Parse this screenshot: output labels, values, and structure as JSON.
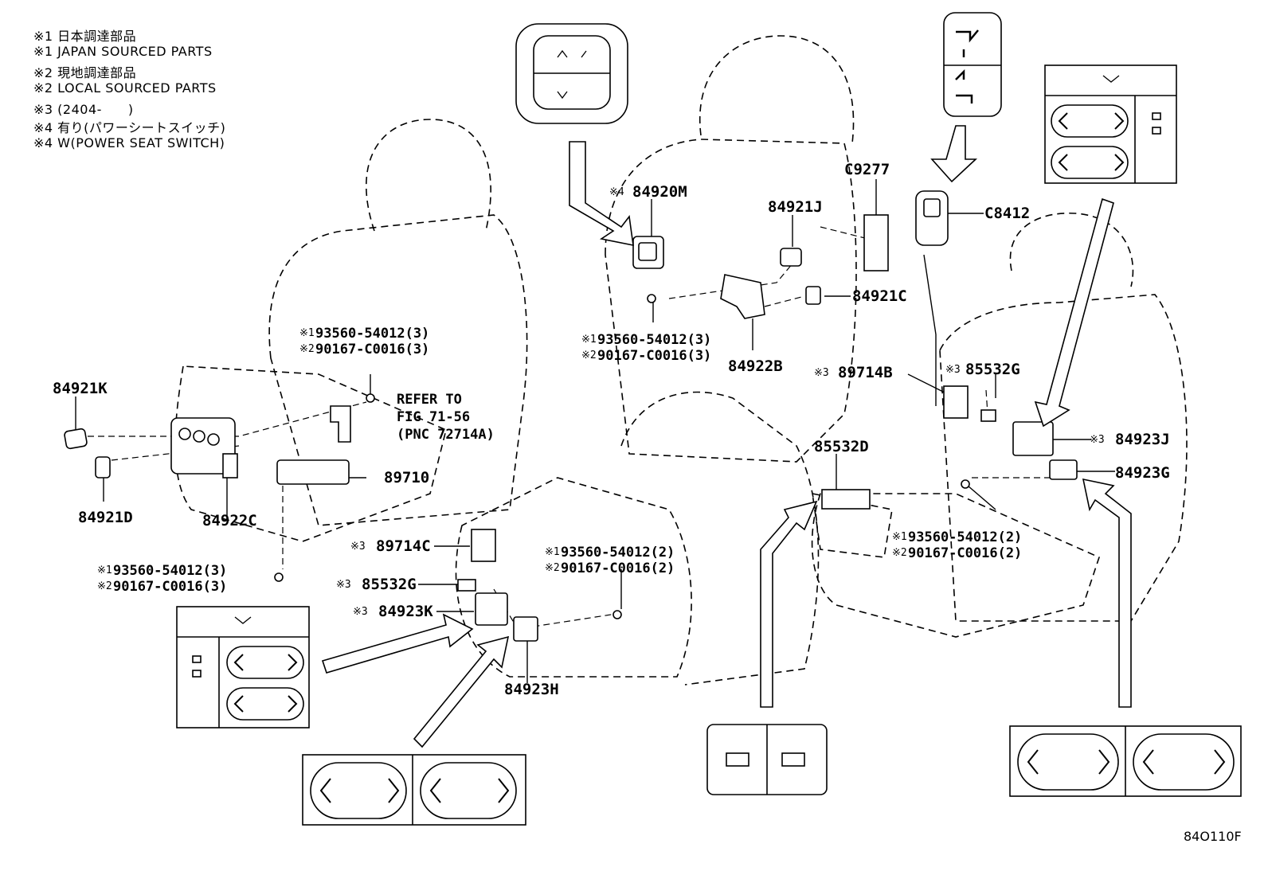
{
  "notes": [
    "※1 日本調達部品",
    "※1 JAPAN SOURCED PARTS",
    "※2 現地調達部品",
    "※2 LOCAL SOURCED PARTS",
    "※3 (2404-　　)",
    "※4 有り(パワーシートスイッチ)",
    "※4 W(POWER SEAT SWITCH)"
  ],
  "markers": {
    "m1": "※1",
    "m2": "※2",
    "m3": "※3",
    "m4": "※4"
  },
  "parts": {
    "p84921K": "84921K",
    "p84921D": "84921D",
    "p84922C": "84922C",
    "p89710": "89710",
    "p84920M": "84920M",
    "p84921J": "84921J",
    "pC9277": "C9277",
    "pC8412": "C8412",
    "p84921C": "84921C",
    "p84922B": "84922B",
    "p89714B": "89714B",
    "p85532G_r": "85532G",
    "p84923J": "84923J",
    "p84923G": "84923G",
    "p85532D": "85532D",
    "p89714C": "89714C",
    "p85532G_l": "85532G",
    "p84923K": "84923K",
    "p84923H": "84923H"
  },
  "fasteners": {
    "a1": "93560-54012(3)",
    "a2": "90167-C0016(3)",
    "b1": "93560-54012(3)",
    "b2": "90167-C0016(3)",
    "c1": "93560-54012(3)",
    "c2": "90167-C0016(3)",
    "d1": "93560-54012(2)",
    "d2": "90167-C0016(2)",
    "e1": "93560-54012(2)",
    "e2": "90167-C0016(2)"
  },
  "refer": {
    "l1": "REFER TO",
    "l2": "FIG 71-56",
    "l3": "(PNC 72714A)"
  },
  "figure_code": "84O110F"
}
